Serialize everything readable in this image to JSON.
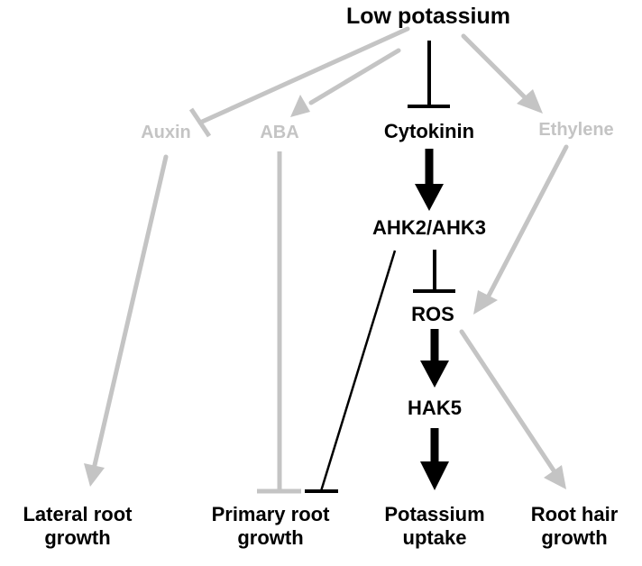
{
  "colors": {
    "active": "#000000",
    "inactive": "#c4c4c4"
  },
  "nodes": {
    "low_potassium": "Low potassium",
    "auxin": "Auxin",
    "aba": "ABA",
    "cytokinin": "Cytokinin",
    "ethylene": "Ethylene",
    "ahk": "AHK2/AHK3",
    "ros": "ROS",
    "hak5": "HAK5",
    "lateral_root_line1": "Lateral root",
    "lateral_root_line2": "growth",
    "primary_root_line1": "Primary root",
    "primary_root_line2": "growth",
    "potassium_uptake_line1": "Potassium",
    "potassium_uptake_line2": "uptake",
    "root_hair_line1": "Root hair",
    "root_hair_line2": "growth"
  },
  "edges": [
    {
      "from": "Low potassium",
      "to": "Auxin",
      "type": "inhibition",
      "color": "inactive"
    },
    {
      "from": "Low potassium",
      "to": "ABA",
      "type": "activation",
      "color": "inactive"
    },
    {
      "from": "Low potassium",
      "to": "Cytokinin",
      "type": "inhibition",
      "color": "active"
    },
    {
      "from": "Low potassium",
      "to": "Ethylene",
      "type": "activation",
      "color": "inactive"
    },
    {
      "from": "Cytokinin",
      "to": "AHK2/AHK3",
      "type": "activation",
      "color": "active"
    },
    {
      "from": "AHK2/AHK3",
      "to": "ROS",
      "type": "inhibition",
      "color": "active"
    },
    {
      "from": "AHK2/AHK3",
      "to": "Primary root growth",
      "type": "inhibition",
      "color": "active"
    },
    {
      "from": "Ethylene",
      "to": "ROS",
      "type": "activation",
      "color": "inactive"
    },
    {
      "from": "ROS",
      "to": "HAK5",
      "type": "activation",
      "color": "active"
    },
    {
      "from": "ROS",
      "to": "Root hair growth",
      "type": "activation",
      "color": "inactive"
    },
    {
      "from": "HAK5",
      "to": "Potassium uptake",
      "type": "activation",
      "color": "active"
    },
    {
      "from": "Auxin",
      "to": "Lateral root growth",
      "type": "activation",
      "color": "inactive"
    },
    {
      "from": "ABA",
      "to": "Primary root growth",
      "type": "inhibition",
      "color": "inactive"
    }
  ]
}
